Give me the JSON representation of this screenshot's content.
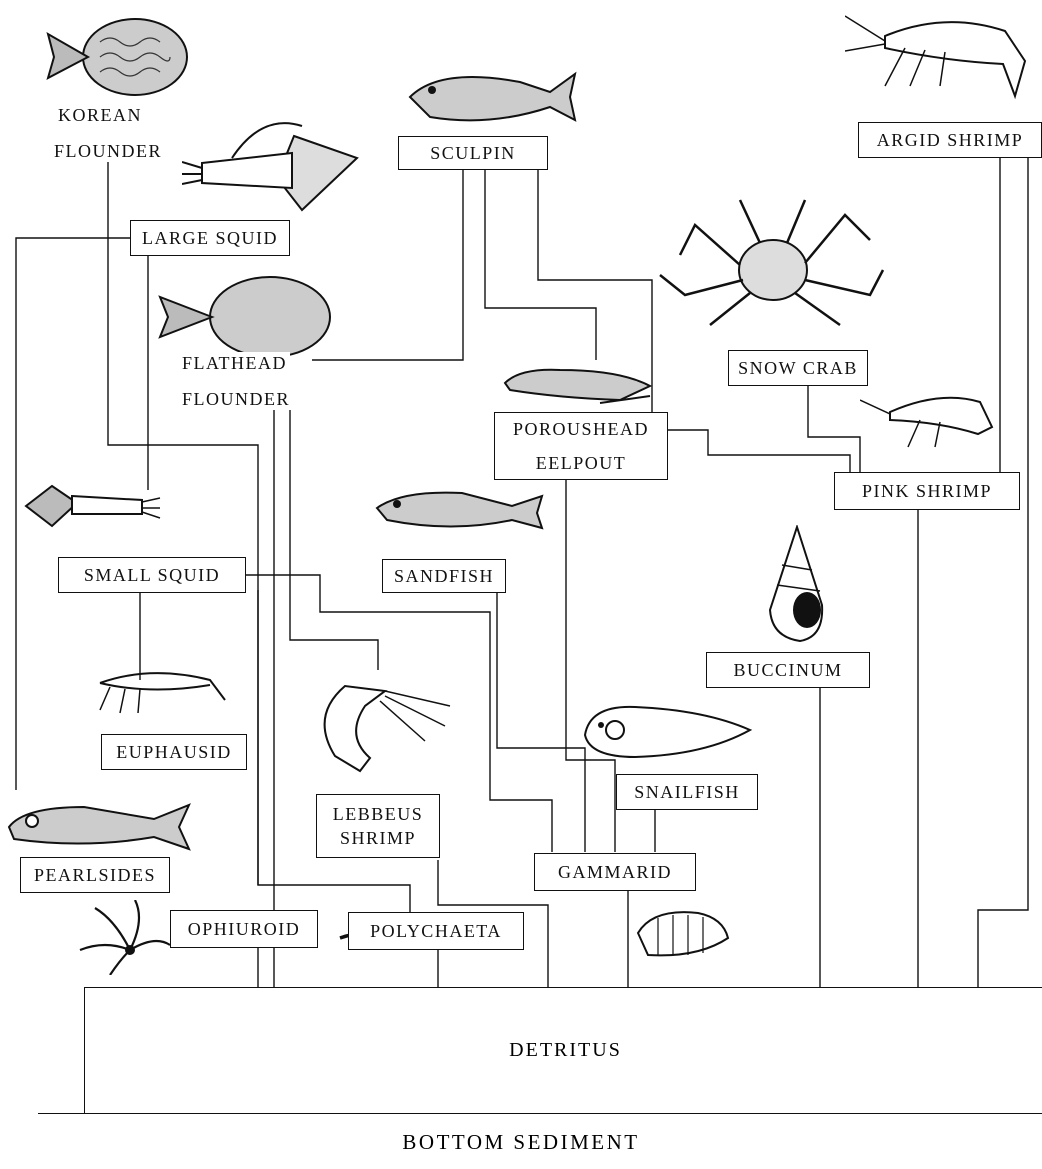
{
  "species": {
    "korean_flounder": [
      "KOREAN",
      "FLOUNDER"
    ],
    "sculpin": "SCULPIN",
    "argid_shrimp": "ARGID SHRIMP",
    "large_squid": "LARGE SQUID",
    "flathead_flounder": [
      "FLATHEAD",
      "FLOUNDER"
    ],
    "snow_crab": "SNOW CRAB",
    "poroushead_eelpout": [
      "POROUSHEAD",
      "EELPOUT"
    ],
    "pink_shrimp": "PINK SHRIMP",
    "small_squid": "SMALL SQUID",
    "sandfish": "SANDFISH",
    "buccinum": "BUCCINUM",
    "euphausid": "EUPHAUSID",
    "lebbeus_shrimp": [
      "LEBBEUS",
      "SHRIMP"
    ],
    "snailfish": "SNAILFISH",
    "pearlsides": "PEARLSIDES",
    "gammarid": "GAMMARID",
    "ophiuroid": "OPHIUROID",
    "polychaeta": "POLYCHAETA"
  },
  "base": {
    "detritus": "DETRITUS",
    "bottom_sediment": "BOTTOM SEDIMENT"
  },
  "icons": [
    "flounder-icon",
    "squid-icon",
    "sculpin-icon",
    "shrimp-icon",
    "crab-icon",
    "eelpout-icon",
    "sandfish-icon",
    "whelk-icon",
    "snailfish-icon",
    "pearlsides-icon",
    "brittle-star-icon",
    "worm-icon",
    "amphipod-icon"
  ]
}
